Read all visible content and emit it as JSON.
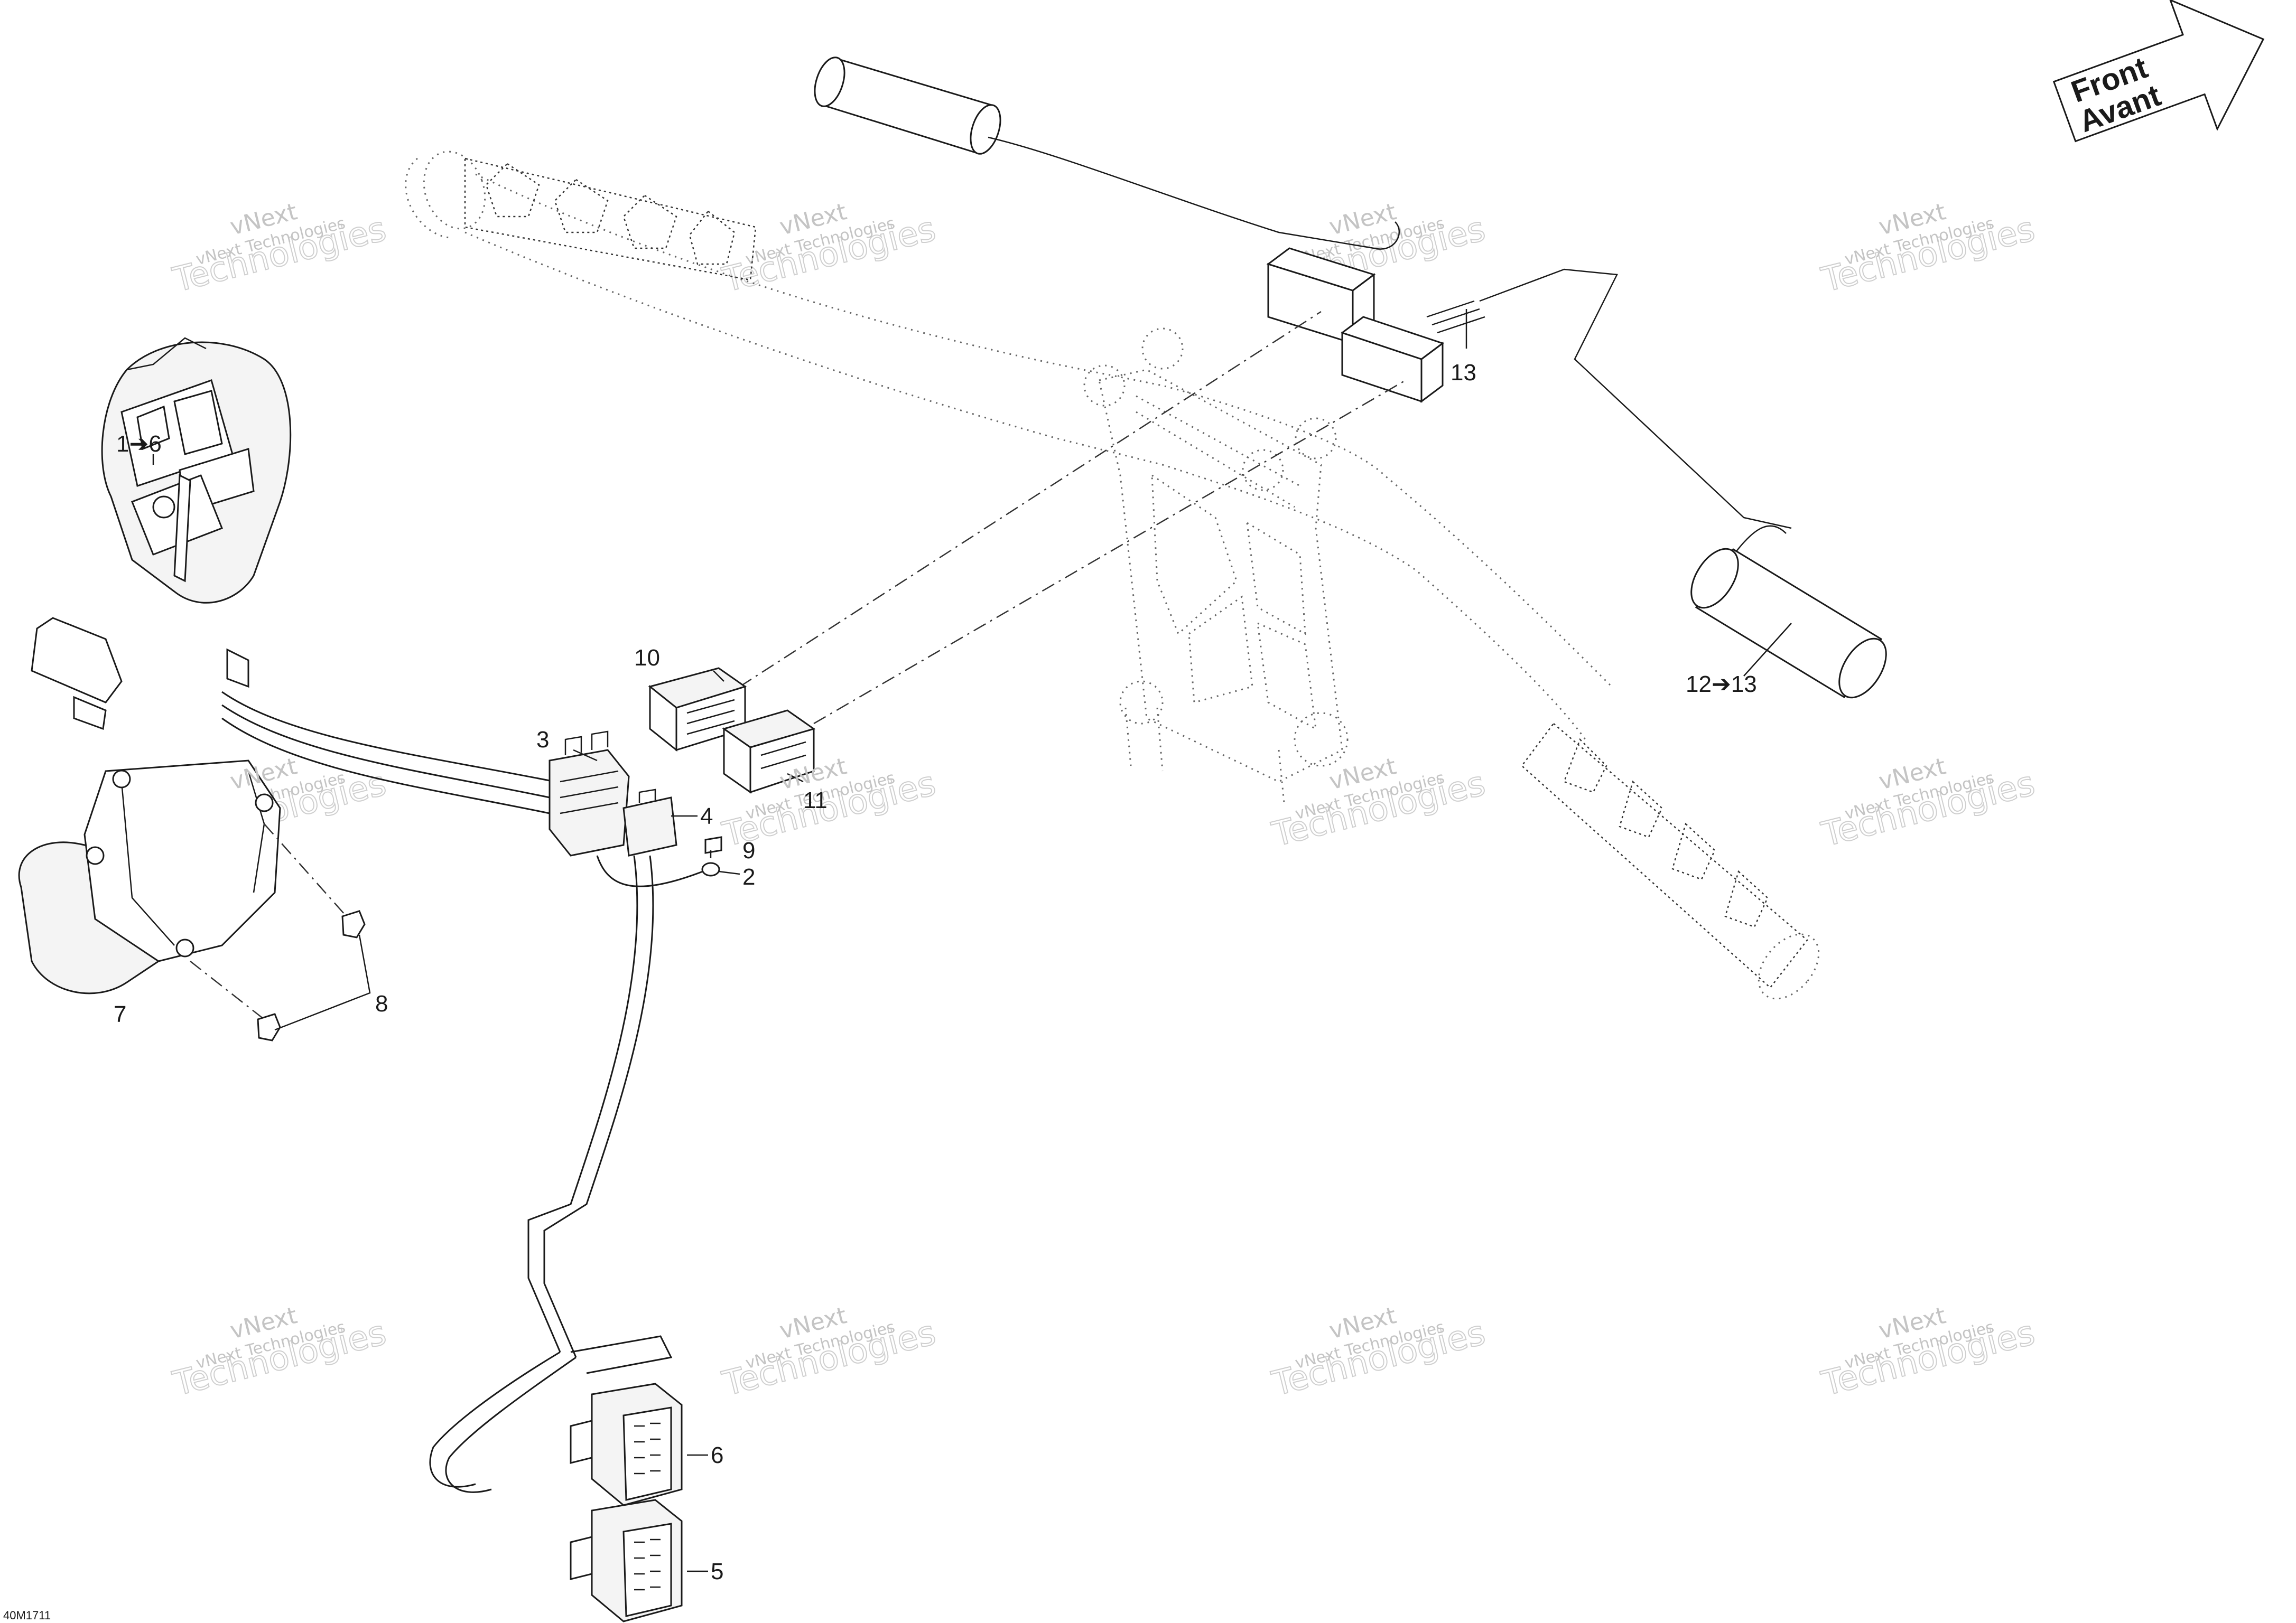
{
  "watermarks": [
    {
      "small": "vNext Technologies",
      "big": "Technologies"
    },
    {
      "small": "vNext Technologies",
      "big": "Technologies"
    },
    {
      "small": "vNext Technologies",
      "big": "Technologies"
    },
    {
      "small": "vNext Technologies",
      "big": "Technologies"
    },
    {
      "small": "vNext Technologies",
      "big": "Technologies"
    },
    {
      "small": "vNext Technologies",
      "big": "Technologies"
    },
    {
      "small": "vNext Technologies",
      "big": "Technologies"
    },
    {
      "small": "vNext Technologies",
      "big": "Technologies"
    },
    {
      "small": "vNext Technologies",
      "big": "Technologies"
    },
    {
      "small": "vNext Technologies",
      "big": "Technologies"
    },
    {
      "small": "vNext Technologies",
      "big": "Technologies"
    },
    {
      "small": "vNext Technologies",
      "big": "Technologies"
    }
  ],
  "watermark_overlay": "vNext",
  "front_arrow": {
    "line1": "Front",
    "line2": "Avant"
  },
  "drawing_id": "40M1711",
  "callouts": [
    {
      "id": "c1",
      "label": "1➔6"
    },
    {
      "id": "c2",
      "label": "2"
    },
    {
      "id": "c3",
      "label": "3"
    },
    {
      "id": "c4",
      "label": "4"
    },
    {
      "id": "c5",
      "label": "5"
    },
    {
      "id": "c6",
      "label": "6"
    },
    {
      "id": "c7",
      "label": "7"
    },
    {
      "id": "c8",
      "label": "8"
    },
    {
      "id": "c9",
      "label": "9"
    },
    {
      "id": "c10",
      "label": "10"
    },
    {
      "id": "c11",
      "label": "11"
    },
    {
      "id": "c12",
      "label": "12➔13"
    },
    {
      "id": "c13",
      "label": "13"
    }
  ]
}
